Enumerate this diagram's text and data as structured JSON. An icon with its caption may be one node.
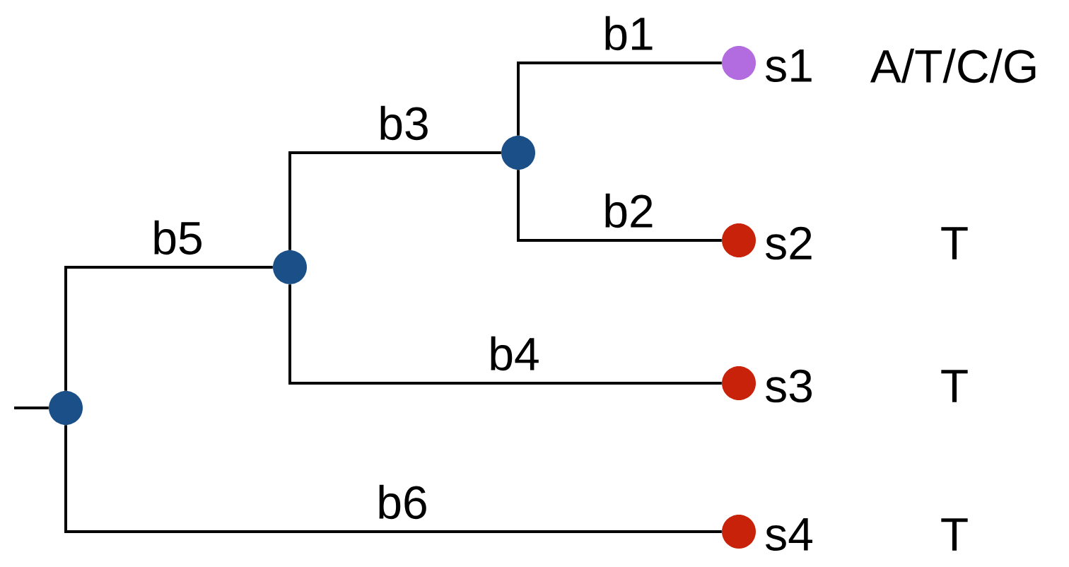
{
  "diagram": {
    "nodes": [
      {
        "text": [],
        "shape": "circle"
      },
      {
        "text": [],
        "shape": "circle"
      },
      {
        "text": [],
        "shape": "circle"
      },
      {
        "text": [],
        "shape": "circle",
        "beside": [
          "s1"
        ]
      },
      {
        "text": [],
        "shape": "circle",
        "beside": [
          "s2"
        ]
      },
      {
        "text": [],
        "shape": "circle",
        "beside": [
          "s3"
        ]
      },
      {
        "text": [],
        "shape": "circle",
        "beside": [
          "s4"
        ]
      }
    ],
    "edges": [
      {
        "from": null,
        "to": 0,
        "arrow": "none"
      },
      {
        "from": 0,
        "to": 1,
        "arrow": "none",
        "label": "b5"
      },
      {
        "from": 0,
        "to": 6,
        "arrow": "none",
        "label": "b6"
      },
      {
        "from": 1,
        "to": 2,
        "arrow": "none",
        "label": "b3"
      },
      {
        "from": 1,
        "to": 5,
        "arrow": "none",
        "label": "b4"
      },
      {
        "from": 2,
        "to": 3,
        "arrow": "none",
        "label": "b1"
      },
      {
        "from": 2,
        "to": 4,
        "arrow": "none",
        "label": "b2"
      }
    ],
    "labels": [
      "A/T/C/G",
      "T",
      "T",
      "T"
    ]
  }
}
